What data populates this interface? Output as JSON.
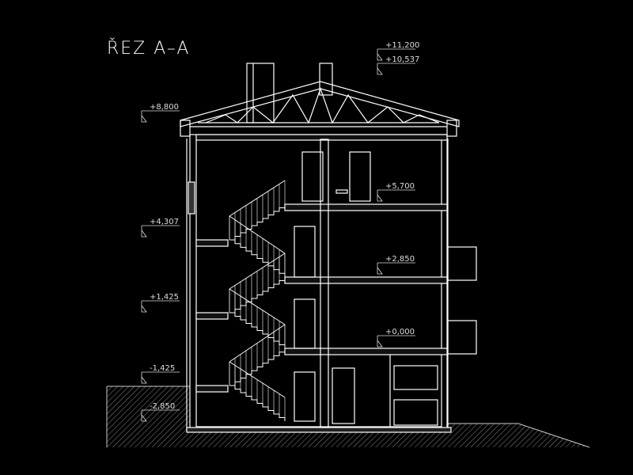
{
  "title": "ŘEZ A–A",
  "levels": [
    {
      "label": "+11,200",
      "value": 11.2,
      "side": "right"
    },
    {
      "label": "+10,537",
      "value": 10.537,
      "side": "right"
    },
    {
      "label": "+8,800",
      "value": 8.8,
      "side": "left"
    },
    {
      "label": "+5,700",
      "value": 5.7,
      "side": "inner"
    },
    {
      "label": "+4,307",
      "value": 4.307,
      "side": "left"
    },
    {
      "label": "+2,850",
      "value": 2.85,
      "side": "inner"
    },
    {
      "label": "+1,425",
      "value": 1.425,
      "side": "left"
    },
    {
      "label": "+0,000",
      "value": 0.0,
      "side": "inner"
    },
    {
      "label": "-1,425",
      "value": -1.425,
      "side": "left"
    },
    {
      "label": "-2,850",
      "value": -2.85,
      "side": "left"
    }
  ],
  "colors": {
    "background": "#000000",
    "line": "#ffffff",
    "dimension": "#dddddd",
    "hatch": "#888888"
  }
}
